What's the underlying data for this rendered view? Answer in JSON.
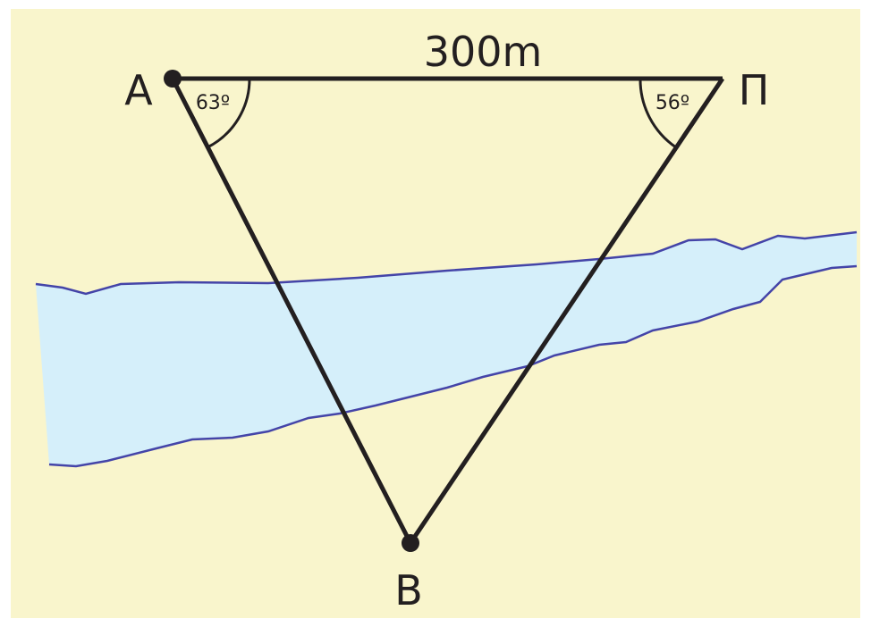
{
  "diagram": {
    "distance_label": "300m",
    "points": {
      "a": "A",
      "p": "Π",
      "b": "B"
    },
    "angles": {
      "at_a": "63º",
      "at_p": "56º"
    },
    "colors": {
      "background": "#f9f5cc",
      "river_fill": "#d5effa",
      "river_bank": "#4444a8",
      "lines": "#231f20"
    }
  }
}
